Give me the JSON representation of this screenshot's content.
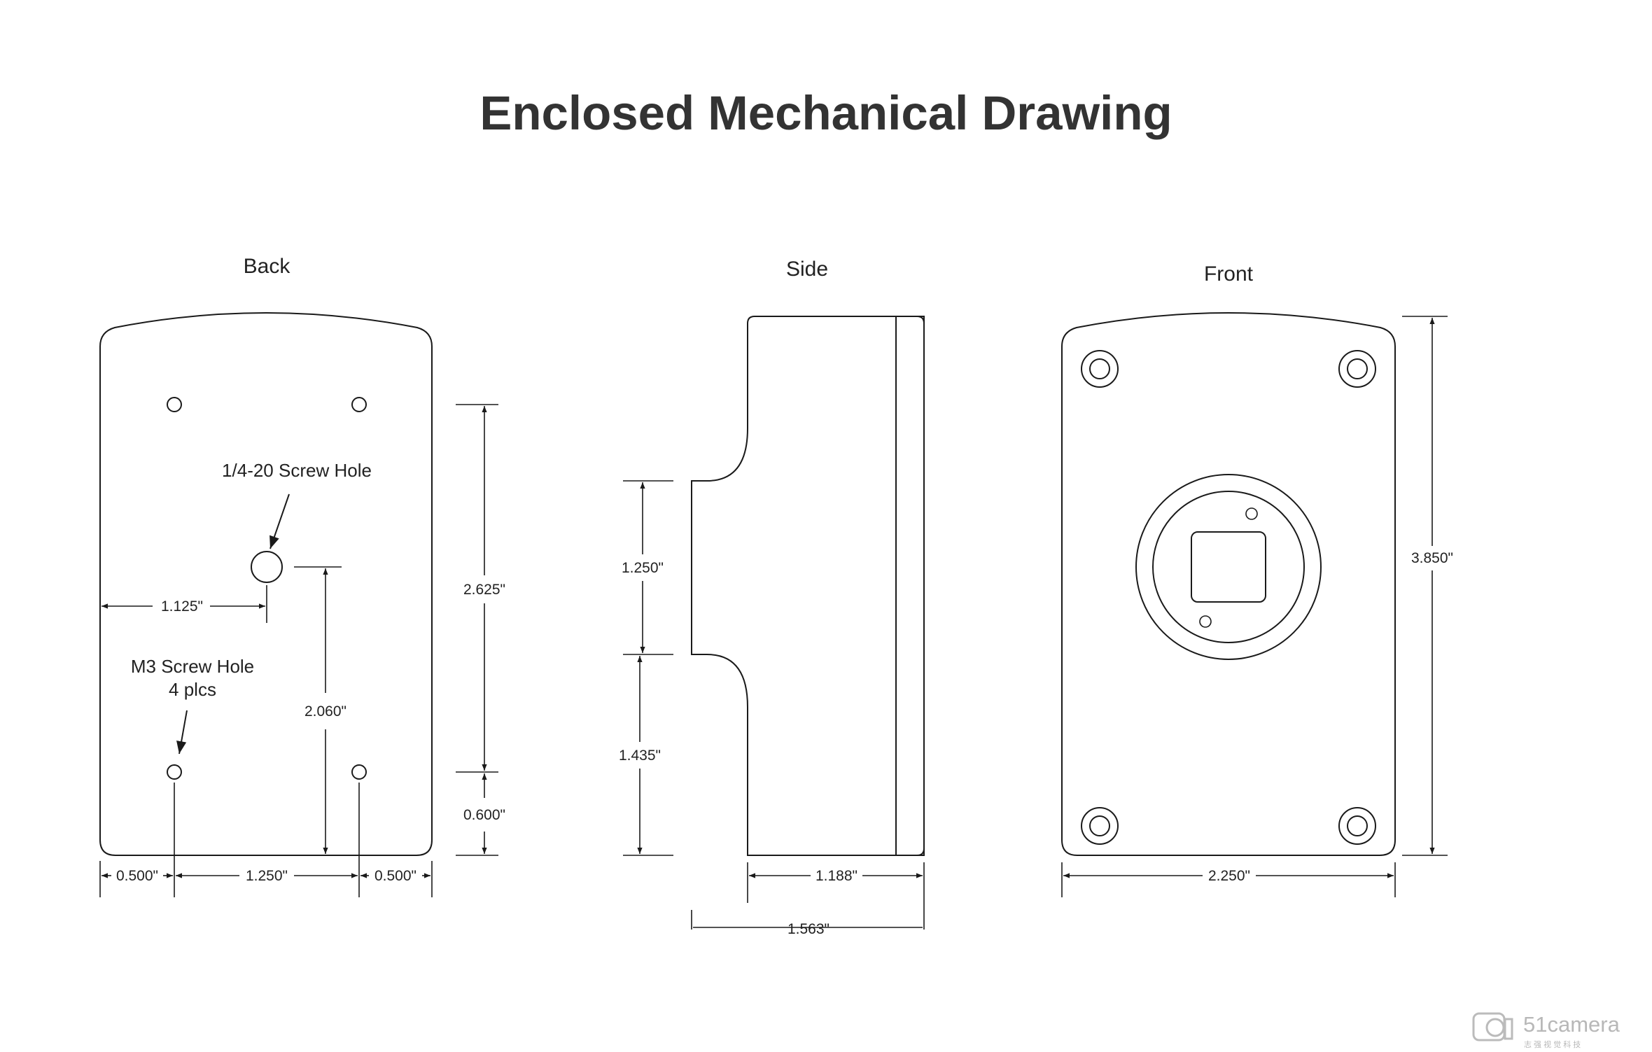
{
  "title": "Enclosed Mechanical Drawing",
  "views": {
    "back": "Back",
    "side": "Side",
    "front": "Front"
  },
  "back": {
    "note_quarter_hole": "1/4-20 Screw Hole",
    "note_m3_line1": "M3 Screw Hole",
    "note_m3_line2": "4 plcs",
    "dim_horizontal_hole": "1.125\"",
    "dim_vertical_hole": "2.060\"",
    "dim_right_upper": "2.625\"",
    "dim_right_lower": "0.600\"",
    "dim_bottom_left": "0.500\"",
    "dim_bottom_mid": "1.250\"",
    "dim_bottom_right": "0.500\""
  },
  "side": {
    "dim_boss": "1.250\"",
    "dim_lower": "1.435\"",
    "dim_depth": "1.188\"",
    "dim_total": "1.563\""
  },
  "front": {
    "dim_height": "3.850\"",
    "dim_width": "2.250\""
  },
  "watermark": {
    "brand": "51camera",
    "sub": "志 强 视 觉 科 技"
  }
}
